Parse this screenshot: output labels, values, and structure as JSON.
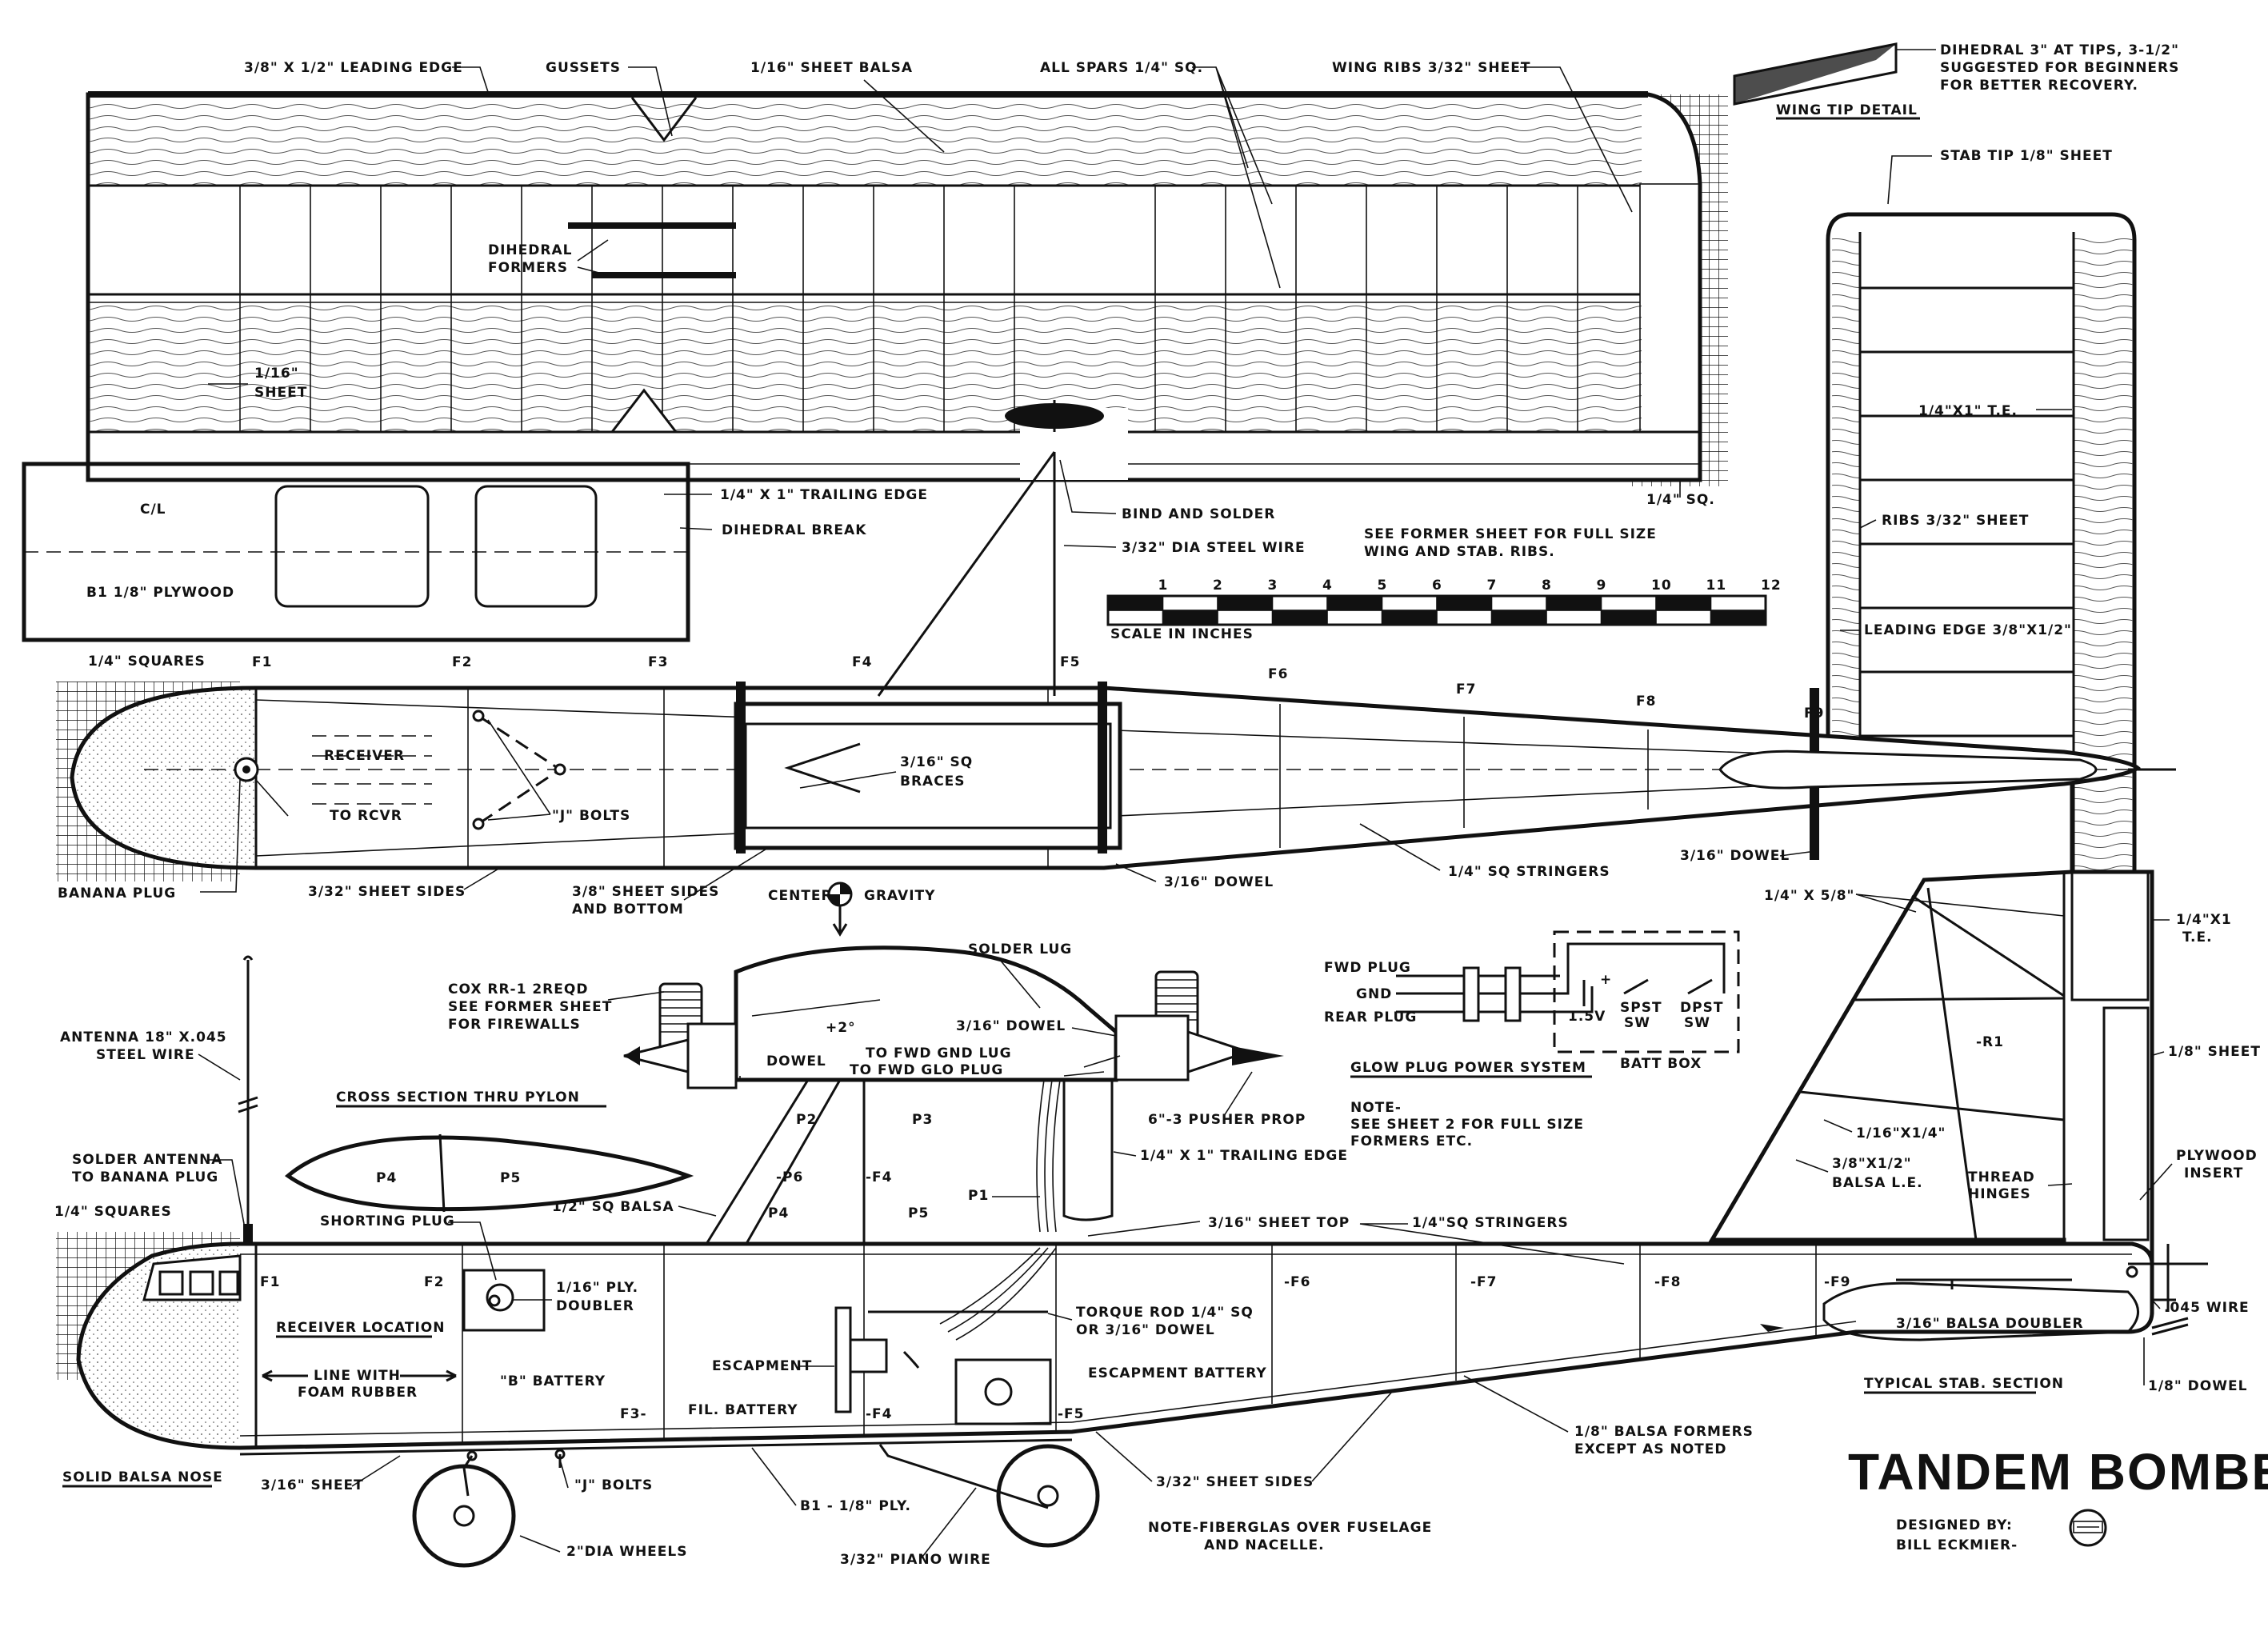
{
  "title": "TANDEM BOMBER",
  "designed_by_label": "DESIGNED BY:",
  "designer": "BILL ECKMIER-",
  "wing_labels": {
    "leading_edge": "3/8\" X 1/2\" LEADING EDGE",
    "gussets": "GUSSETS",
    "sheet_balsa": "1/16\" SHEET BALSA",
    "all_spars": "ALL SPARS 1/4\" SQ.",
    "wing_ribs": "WING RIBS 3/32\" SHEET",
    "dihedral_formers_1": "DIHEDRAL",
    "dihedral_formers_2": "FORMERS",
    "sheet_116_1": "1/16\"",
    "sheet_116_2": "SHEET",
    "cl": "C/L",
    "trailing_edge": "1/4\" X 1\" TRAILING EDGE",
    "dihedral_break": "DIHEDRAL BREAK",
    "plywood": "B1  1/8\" PLYWOOD",
    "quarter_sq": "1/4\" SQ.",
    "bind_solder": "BIND AND SOLDER",
    "steel_wire": "3/32\" DIA STEEL WIRE",
    "former_note_1": "SEE FORMER SHEET FOR FULL SIZE",
    "former_note_2": "WING AND STAB. RIBS."
  },
  "tip_detail": {
    "label": "WING TIP DETAIL",
    "note_1": "DIHEDRAL 3\" AT TIPS, 3-1/2\"",
    "note_2": "SUGGESTED FOR BEGINNERS",
    "note_3": "FOR BETTER RECOVERY."
  },
  "stab_labels": {
    "tip": "STAB TIP 1/8\" SHEET",
    "te": "1/4\"X1\" T.E.",
    "ribs": "RIBS 3/32\" SHEET",
    "le": "LEADING EDGE 3/8\"X1/2\""
  },
  "scale": {
    "label": "SCALE IN INCHES",
    "ticks": [
      "1",
      "2",
      "3",
      "4",
      "5",
      "6",
      "7",
      "8",
      "9",
      "10",
      "11",
      "12"
    ]
  },
  "top_fuselage": {
    "squares": "1/4\" SQUARES",
    "formers": [
      "F1",
      "F2",
      "F3",
      "F4",
      "F5",
      "F6",
      "F7",
      "F8",
      "F9"
    ],
    "receiver": "RECEIVER",
    "to_rcvr": "TO RCVR",
    "j_bolts": "\"J\" BOLTS",
    "braces_1": "3/16\" SQ",
    "braces_2": "BRACES",
    "banana_plug": "BANANA PLUG",
    "sheet_sides": "3/32\" SHEET SIDES",
    "sides_bottom_1": "3/8\" SHEET SIDES",
    "sides_bottom_2": "AND BOTTOM",
    "dowel": "3/16\" DOWEL",
    "stringers": "1/4\" SQ STRINGERS",
    "dowel_2": "3/16\" DOWEL",
    "cg": "CENTER",
    "gravity": "GRAVITY"
  },
  "pylon": {
    "cox_1": "COX RR-1  2REQD",
    "cox_2": "SEE FORMER SHEET",
    "cox_3": "FOR FIREWALLS",
    "solder_lug": "SOLDER LUG",
    "plus2": "+2°",
    "dowel_316": "3/16\" DOWEL",
    "dowel": "DOWEL",
    "fwd_gnd": "TO FWD GND LUG",
    "fwd_glo": "TO FWD GLO PLUG",
    "pusher_prop": "6\"-3 PUSHER PROP",
    "cross_section": "CROSS SECTION THRU PYLON",
    "p4": "P4",
    "p5": "P5",
    "p1": "P1",
    "p2": "P2",
    "p3": "P3",
    "p4b": "P4",
    "p5b": "P5",
    "p6": "-P6",
    "f4": "-F4",
    "trailing_edge": "1/4\" X 1\" TRAILING EDGE",
    "half_sq": "1/2\" SQ BALSA",
    "sheet_top": "3/16\" SHEET TOP"
  },
  "glow_system": {
    "fwd_plug": "FWD PLUG",
    "gnd": "GND",
    "rear_plug": "REAR PLUG",
    "v15": "1.5V",
    "spst_1": "SPST",
    "spst_2": "SW",
    "dpst_1": "DPST",
    "dpst_2": "SW",
    "batt_box": "BATT BOX",
    "plus": "+",
    "title": "GLOW PLUG POWER SYSTEM",
    "note_1": "NOTE-",
    "note_2": "SEE SHEET 2 FOR FULL SIZE",
    "note_3": "FORMERS ETC."
  },
  "fin_labels": {
    "size_585": "1/4\" X 5/8\"",
    "te_1": "1/4\"X1",
    "te_2": "T.E.",
    "r1": "-R1",
    "sheet_18": "1/8\" SHEET",
    "s116x14": "1/16\"X1/4\"",
    "le_1": "3/8\"X1/2\"",
    "le_2": "BALSA L.E.",
    "thread_1": "THREAD",
    "thread_2": "HINGES",
    "ply_1": "PLYWOOD",
    "ply_2": "INSERT",
    "wire": ".045 WIRE",
    "doubler": "3/16\" BALSA DOUBLER",
    "typical": "TYPICAL STAB. SECTION",
    "dowel": "1/8\" DOWEL"
  },
  "side_fuselage": {
    "antenna_1": "ANTENNA 18\" X.045",
    "antenna_2": "STEEL WIRE",
    "solder_ant_1": "SOLDER ANTENNA",
    "solder_ant_2": "TO BANANA PLUG",
    "squares": "1/4\" SQUARES",
    "shorting_plug": "SHORTING PLUG",
    "ply_doubler_1": "1/16\" PLY.",
    "ply_doubler_2": "DOUBLER",
    "torque_1": "TORQUE ROD 1/4\" SQ",
    "torque_2": "OR 3/16\" DOWEL",
    "receiver_loc": "RECEIVER LOCATION",
    "line_with_1": "LINE WITH",
    "line_with_2": "FOAM RUBBER",
    "b_battery": "\"B\" BATTERY",
    "escapement": "ESCAPMENT",
    "esc_battery": "ESCAPMENT BATTERY",
    "fil_battery": "FIL. BATTERY",
    "stringers": "1/4\"SQ STRINGERS",
    "formers_1": "1/8\" BALSA FORMERS",
    "formers_2": "EXCEPT AS NOTED",
    "sheet_sides": "3/32\" SHEET SIDES",
    "solid_nose": "SOLID BALSA NOSE",
    "sheet_316": "3/16\" SHEET",
    "j_bolts": "\"J\" BOLTS",
    "ply_b1": "B1 - 1/8\" PLY.",
    "wheels": "2\"DIA WHEELS",
    "piano_wire": "3/32\" PIANO WIRE",
    "fiberglas_1": "NOTE-FIBERGLAS OVER FUSELAGE",
    "fiberglas_2": "AND NACELLE.",
    "f1": "F1",
    "f2": "F2",
    "f3": "F3-",
    "f4": "-F4",
    "f5": "-F5",
    "f6": "-F6",
    "f7": "-F7",
    "f8": "-F8",
    "f9": "-F9"
  }
}
